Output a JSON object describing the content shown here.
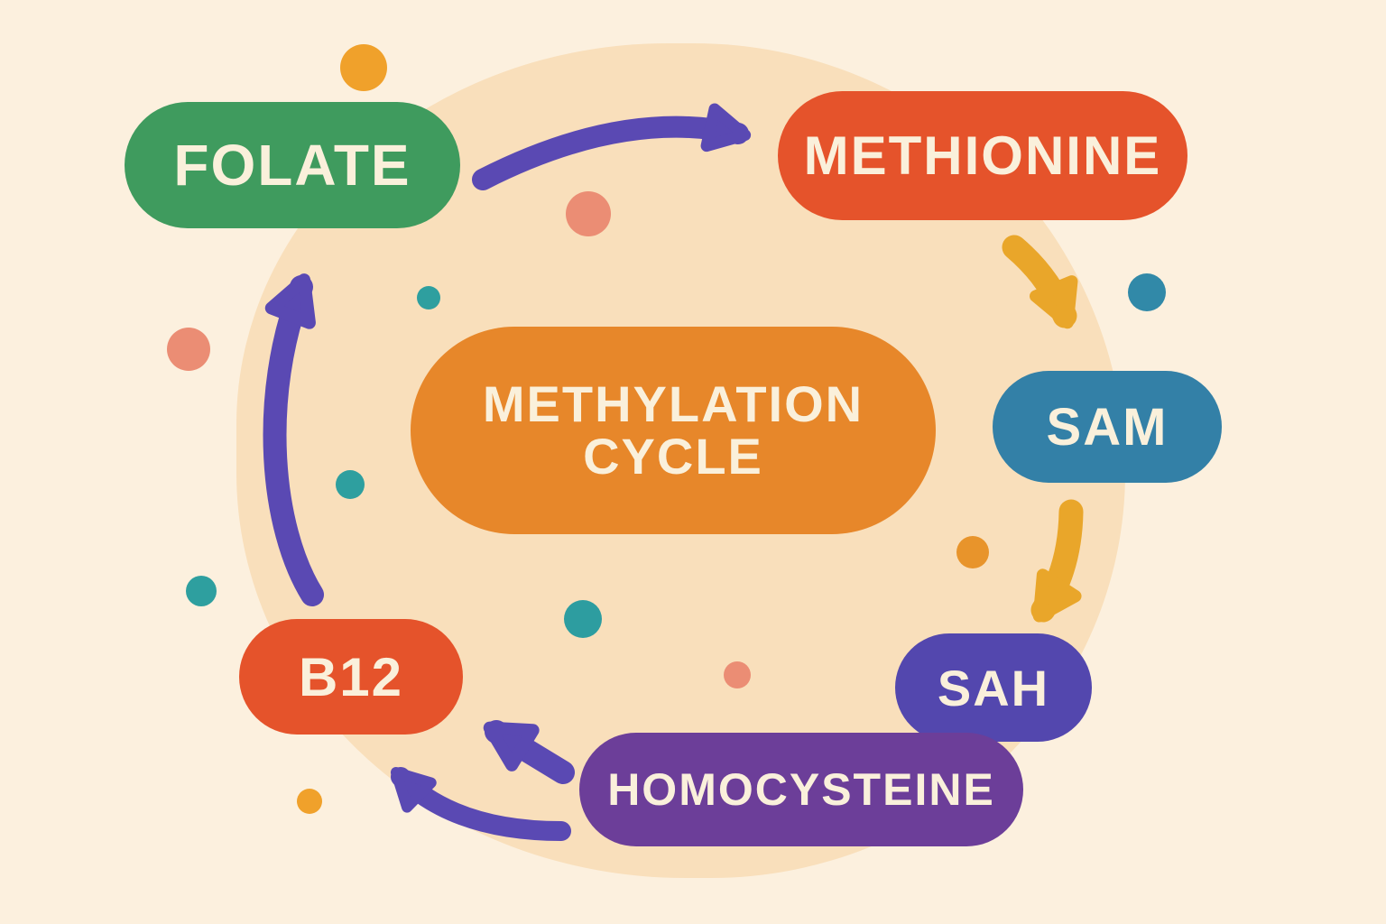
{
  "title": "Methylation Cycle",
  "background": {
    "outer": "#FCF0DE",
    "circle": "#F9DFBB"
  },
  "palette": {
    "text_cream": "#FAF0DB",
    "arrow_purple": "#5A49B3",
    "arrow_yellow": "#E9A62A"
  },
  "center": {
    "label_line1": "METHYLATION",
    "label_line2": "CYCLE",
    "color": "#E7872A"
  },
  "nodes": [
    {
      "id": "folate",
      "label": "FOLATE",
      "color": "#3F9B5E"
    },
    {
      "id": "methionine",
      "label": "METHIONINE",
      "color": "#E5532B"
    },
    {
      "id": "sam",
      "label": "SAM",
      "color": "#3380A7"
    },
    {
      "id": "sah",
      "label": "SAH",
      "color": "#5347AE"
    },
    {
      "id": "homocysteine",
      "label": "HOMOCYSTEINE",
      "color": "#6C3E99"
    },
    {
      "id": "b12",
      "label": "B12",
      "color": "#E5532B"
    }
  ],
  "arrows": [
    {
      "name": "folate-to-methionine",
      "color": "#5A49B3"
    },
    {
      "name": "methionine-to-sam",
      "color": "#E9A62A"
    },
    {
      "name": "sam-to-sah",
      "color": "#E9A62A"
    },
    {
      "name": "homocysteine-to-b12",
      "color": "#5A49B3"
    },
    {
      "name": "homocysteine-to-b12-arc",
      "color": "#5A49B3"
    },
    {
      "name": "b12-to-folate",
      "color": "#5A49B3"
    }
  ],
  "dots": [
    {
      "color": "#F0A12B"
    },
    {
      "color": "#EB8D74"
    },
    {
      "color": "#3189A8"
    },
    {
      "color": "#EB8D74"
    },
    {
      "color": "#2E9F9F"
    },
    {
      "color": "#2E9F9F"
    },
    {
      "color": "#2E9F9F"
    },
    {
      "color": "#2D9DA0"
    },
    {
      "color": "#EB8D74"
    },
    {
      "color": "#E8942B"
    },
    {
      "color": "#F0A12B"
    }
  ]
}
